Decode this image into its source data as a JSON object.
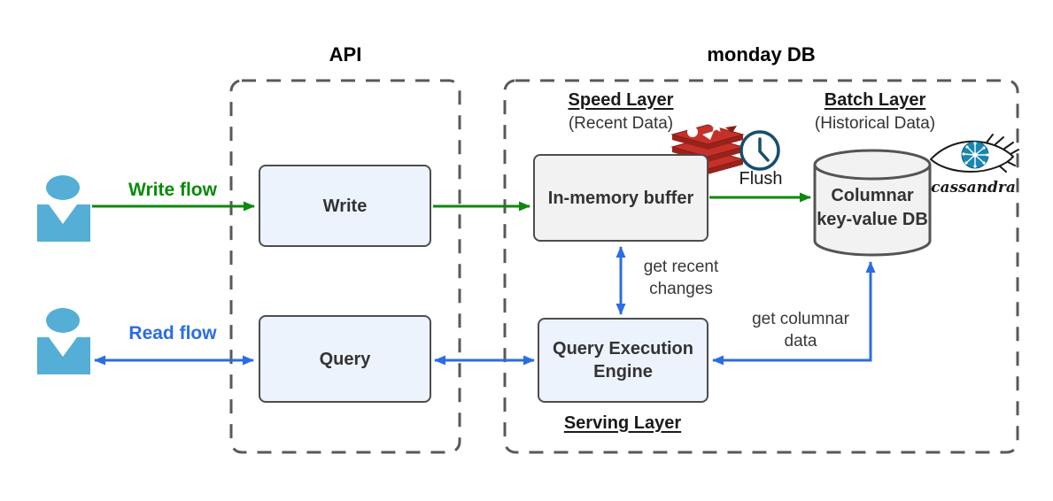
{
  "groups": {
    "api": {
      "title": "API"
    },
    "monday_db": {
      "title": "monday DB"
    }
  },
  "layers": {
    "speed": {
      "title": "Speed Layer",
      "subtitle": "(Recent Data)"
    },
    "batch": {
      "title": "Batch Layer",
      "subtitle": "(Historical Data)"
    },
    "serving": {
      "title": "Serving Layer"
    }
  },
  "nodes": {
    "write": {
      "label": "Write"
    },
    "query": {
      "label": "Query"
    },
    "buffer": {
      "label": "In-memory buffer"
    },
    "qee": {
      "label": "Query Execution Engine"
    },
    "columnar_db": {
      "label": "Columnar key-value DB"
    }
  },
  "edges": {
    "write_flow": {
      "label": "Write flow"
    },
    "read_flow": {
      "label": "Read flow"
    },
    "flush": {
      "label": "Flush"
    },
    "get_recent": {
      "label": "get recent changes"
    },
    "get_columnar": {
      "label": "get columnar data"
    }
  },
  "logos": {
    "cassandra": {
      "label": "cassandra"
    }
  },
  "icons": {
    "user": "person-silhouette",
    "redis": "redis-stack",
    "clock": "clock",
    "cassandra_eye": "cassandra-eye"
  },
  "colors": {
    "flow_green": "#0a8a0a",
    "flow_blue": "#2b6ce5",
    "user_blue": "#54aed6",
    "node_blue_fill": "#ecf3fd",
    "node_gray_fill": "#f2f2f2",
    "node_border": "#4d4d4d",
    "dashed_border": "#595959",
    "redis_red": "#c6302b",
    "redis_dark_red": "#97231a",
    "clock_blue": "#154f6d",
    "cassandra_iris": "#1887b2"
  }
}
